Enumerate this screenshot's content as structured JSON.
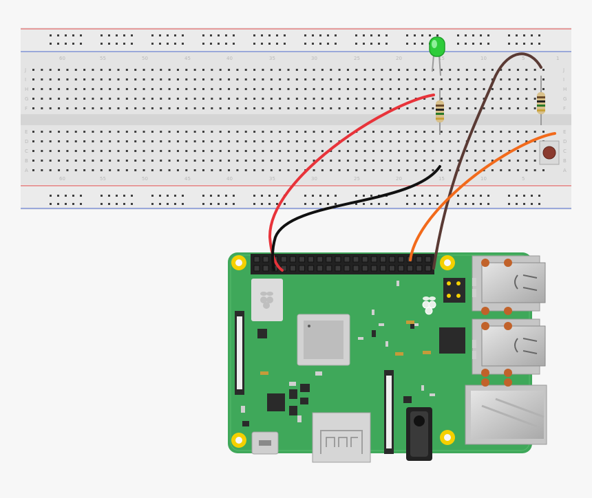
{
  "breadboard": {
    "column_numbers": [
      "60",
      "55",
      "50",
      "45",
      "40",
      "35",
      "30",
      "25",
      "20",
      "15",
      "10",
      "5",
      "1"
    ],
    "row_letters_top": [
      "J",
      "I",
      "H",
      "G",
      "F"
    ],
    "row_letters_bottom": [
      "E",
      "D",
      "C",
      "B",
      "A"
    ],
    "colors": {
      "body": "#e4e4e4",
      "hole": "#3e3e3e",
      "rail_red": "#e04848",
      "rail_blue": "#4a64c8"
    }
  },
  "components": {
    "led": {
      "name": "green-led",
      "color": "#2ecc3a"
    },
    "resistor_1": {
      "name": "resistor"
    },
    "resistor_2": {
      "name": "resistor"
    },
    "push_button": {
      "name": "push-button"
    }
  },
  "wires": [
    {
      "name": "red-wire",
      "color": "#e8333a"
    },
    {
      "name": "black-wire",
      "color": "#111111"
    },
    {
      "name": "brown-wire",
      "color": "#5a3a34"
    },
    {
      "name": "orange-wire",
      "color": "#f26a1b"
    }
  ],
  "board": {
    "name": "raspberry-pi",
    "colors": {
      "pcb": "#3fa85a",
      "header": "#222222",
      "mount": "#f5d000",
      "chip": "#cfcfcf",
      "port": "#b8b8b8"
    }
  }
}
